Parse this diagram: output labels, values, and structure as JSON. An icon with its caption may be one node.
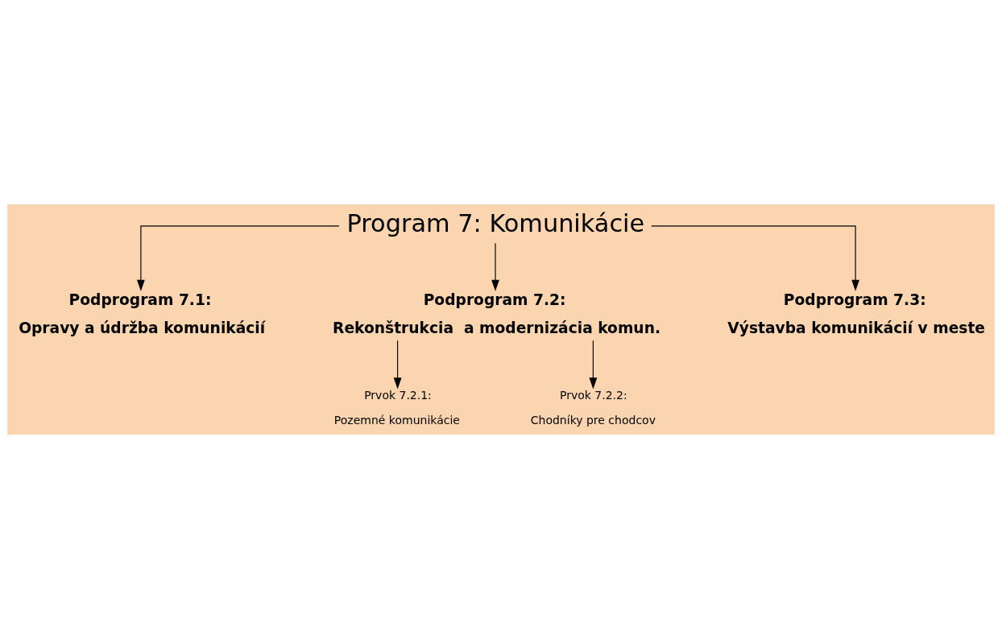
{
  "diagram": {
    "nodes": [
      {
        "text": [
          "Program 7: Komunikácie"
        ]
      },
      {
        "text": [
          "Podprogram 7.1:",
          "Opravy a údržba komunikácií"
        ]
      },
      {
        "text": [
          "Podprogram 7.2:",
          "Rekonštrukcia  a modernizácia komun."
        ]
      },
      {
        "text": [
          "Podprogram 7.3:",
          "Výstavba komunikácií v meste"
        ]
      },
      {
        "text": [
          "Prvok 7.2.1:",
          "Pozemné komunikácie"
        ]
      },
      {
        "text": [
          "Prvok 7.2.2:",
          "Chodníky pre chodcov"
        ]
      }
    ],
    "edges": [
      {
        "from": 0,
        "to": 1,
        "arrow": "to"
      },
      {
        "from": 0,
        "to": 2,
        "arrow": "to"
      },
      {
        "from": 0,
        "to": 3,
        "arrow": "to"
      },
      {
        "from": 2,
        "to": 4,
        "arrow": "to"
      },
      {
        "from": 2,
        "to": 5,
        "arrow": "to"
      }
    ]
  }
}
